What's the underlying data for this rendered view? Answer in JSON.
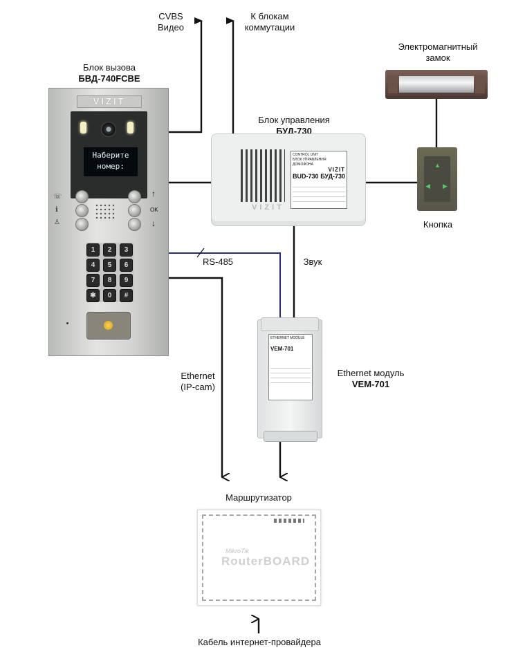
{
  "labels": {
    "cvbs": "CVBS",
    "video": "Видео",
    "to_units_1": "К блокам",
    "to_units_2": "коммутации",
    "call_unit_title": "Блок вызова",
    "call_unit_model": "БВД-740FCBE",
    "control_title": "Блок управления",
    "control_model": "БУД-730",
    "lock_1": "Электромагнитный",
    "lock_2": "замок",
    "button": "Кнопка",
    "rs485": "RS-485",
    "sound": "Звук",
    "ethernet_1": "Ethernet",
    "ethernet_2": "(IP-cam)",
    "vem_title": "Ethernet модуль",
    "vem_model": "VEM-701",
    "router": "Маршрутизатор",
    "isp_cable": "Кабель интернет-провайдера"
  },
  "call_panel": {
    "brand": "VIZIT",
    "display_line1": "Наберите",
    "display_line2": "номер:",
    "side_up": "↑",
    "side_ok": "OK",
    "side_down": "↓",
    "keys": [
      "1",
      "2",
      "3",
      "4",
      "5",
      "6",
      "7",
      "8",
      "9",
      "✱",
      "0",
      "#"
    ]
  },
  "control_unit": {
    "label_line1": "CONTROL UNIT",
    "label_line2": "БЛОК УПРАВЛЕНИЯ ДОМОФОНА",
    "label_brand": "VIZIT",
    "model_latin": "BUD-730",
    "model_cyr": "БУД-730",
    "logo": "VIZIT"
  },
  "vem_unit": {
    "label_line1": "ETHERNET MODULE",
    "model": "VEM-701"
  },
  "router_unit": {
    "brand_line1": "MikroTik",
    "brand_line2": "RouterBOARD"
  },
  "colors": {
    "wire": "#111111",
    "rs485_wire": "#2c2a7a"
  }
}
